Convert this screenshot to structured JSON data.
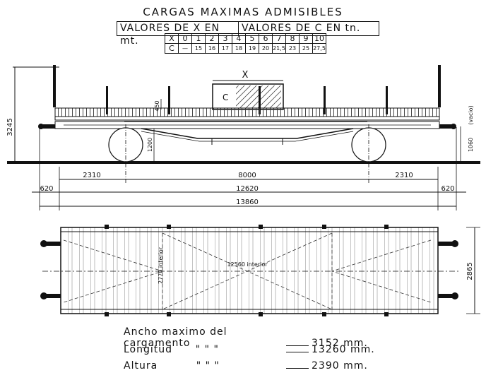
{
  "header": {
    "title": "CARGAS MAXIMAS ADMISIBLES",
    "subtitle_x": "VALORES DE X EN mt.",
    "subtitle_c": "VALORES DE C EN tn."
  },
  "load_table": {
    "x_label": "X",
    "c_label": "C",
    "x_values": [
      "0",
      "1",
      "2",
      "3",
      "4",
      "5",
      "6",
      "7",
      "8",
      "9",
      "10"
    ],
    "c_values": [
      "—",
      "15",
      "16",
      "17",
      "18",
      "19",
      "20",
      "21,5",
      "23",
      "25",
      "27,5"
    ]
  },
  "side_view": {
    "load_x_label": "X",
    "load_c_label": "C",
    "height_total": "3245",
    "stake_height": "450",
    "floor_height": "1200",
    "buffer_height": "1060",
    "empty_label": "(vacio)",
    "dim_end_left": "2310",
    "dim_center": "8000",
    "dim_end_right": "2310",
    "dim_overhang_left": "620",
    "dim_bogie_span": "12620",
    "dim_overhang_right": "620",
    "dim_total_length": "13860"
  },
  "plan_view": {
    "inner_length": "12560 interior",
    "inner_width": "2770 interior",
    "total_width": "2865"
  },
  "summary": {
    "width_label": "Ancho maximo del cargamento",
    "width_value": "3152 mm.",
    "length_label": "Longitud",
    "length_ditto": "\"     \"     \"",
    "length_value": "13260 mm.",
    "height_label": "Altura",
    "height_ditto": "\"     \"     \"",
    "height_value": "2390 mm."
  }
}
